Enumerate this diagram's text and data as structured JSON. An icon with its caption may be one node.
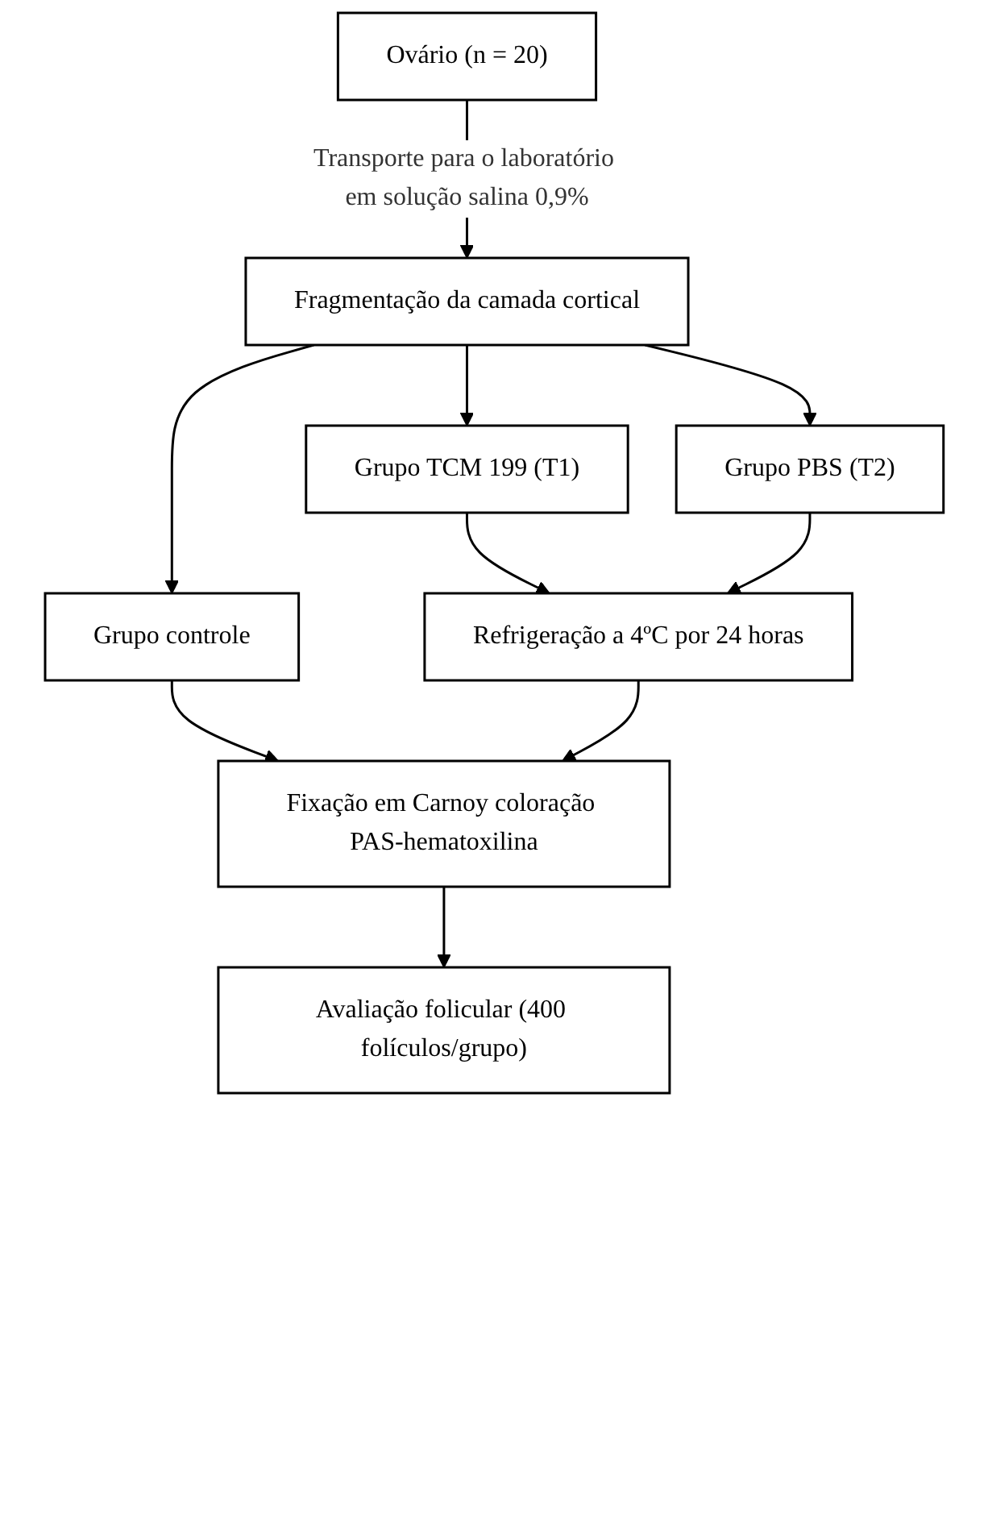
{
  "diagram": {
    "nodes": [
      {
        "text": [
          "Ovário (n = 20)"
        ]
      },
      {
        "text": [
          "Fragmentação da camada cortical"
        ]
      },
      {
        "text": [
          "Grupo controle"
        ]
      },
      {
        "text": [
          "Grupo TCM 199 (T1)"
        ]
      },
      {
        "text": [
          "Grupo PBS (T2)"
        ]
      },
      {
        "text": [
          "Refrigeração a 4ºC por 24 horas"
        ]
      },
      {
        "text": [
          "Fixação em Carnoy coloração PAS-hematoxilina"
        ]
      },
      {
        "text": [
          "Avaliação folicular (400 folículos/grupo)"
        ]
      }
    ],
    "edges": [
      {
        "from": 0,
        "to": 1,
        "arrow": "to",
        "label": "Transporte para o laboratório em solução salina 0,9%"
      },
      {
        "from": 1,
        "to": 2,
        "arrow": "to"
      },
      {
        "from": 1,
        "to": 3,
        "arrow": "to"
      },
      {
        "from": 1,
        "to": 4,
        "arrow": "to"
      },
      {
        "from": 3,
        "to": 5,
        "arrow": "to"
      },
      {
        "from": 4,
        "to": 5,
        "arrow": "to"
      },
      {
        "from": 2,
        "to": 6,
        "arrow": "to"
      },
      {
        "from": 5,
        "to": 6,
        "arrow": "to"
      },
      {
        "from": 6,
        "to": 7,
        "arrow": "to"
      }
    ]
  }
}
